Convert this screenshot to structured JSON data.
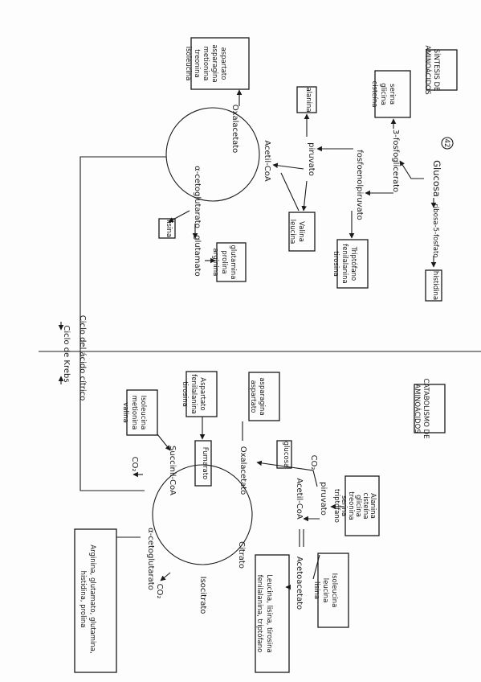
{
  "synthesis": {
    "title": [
      "SÍNTESIS DE",
      "AMINOÁCIDOS"
    ],
    "circle_label": "42",
    "glucosa": "Glucosa",
    "ribosa": "ribosa-5-fosfato",
    "histidina": "histidina",
    "tres_pg": "3-fosfoglicerato",
    "ser_box": [
      "serina",
      "glicina",
      "cisteína"
    ],
    "pep": "fosfoenolpiruvato",
    "arom_box": [
      "Triptófano",
      "fenilalanina",
      "tirosina"
    ],
    "piruvato": "piruvato",
    "alanina": "alanina",
    "vlc_box": [
      "Valina",
      "leucina"
    ],
    "acetil": "Acetil-CoA",
    "oxalo": "Oxalacetato",
    "asp_box": [
      "aspartato",
      "asparagina",
      "metionina",
      "treonina",
      "isoleucina"
    ],
    "akg": "α-cetoglutarato",
    "lisina": "lisina",
    "glutamato": "glutamato",
    "glu_box": [
      "glutamina",
      "prolina",
      "arginina"
    ]
  },
  "cycles": {
    "ciclo_acido": "Ciclo del ácido cítrico",
    "ciclo_krebs": "Ciclo de Krebs"
  },
  "catabolism": {
    "title": [
      "CATABOLISMO DE",
      "AMINOÁCIDOS"
    ],
    "co2_a": "CO₂",
    "piruvato": "piruvato",
    "ala_box": [
      "Alanina",
      "cisteína",
      "glicina",
      "treonina",
      "serina",
      "triptófano"
    ],
    "glucosa": "glucosa",
    "acetil": "Acetil-CoA",
    "acetoacetato": "Acetoacetato",
    "keto_box": [
      "Isoleucina",
      "leucina",
      "lisina"
    ],
    "keto2_box": [
      "Leucina, lisina, tirosina",
      "fenilalanina, triptófano"
    ],
    "oxalo": "Oxalacetato",
    "asp2_box": [
      "asparagina",
      "aspartato"
    ],
    "citrato": "Citrato",
    "isocitrato": "Isocitrato",
    "co2_b": "CO₂",
    "akg": "α-cetoglutarato",
    "glu_box2": [
      "Arginina, glutamato, glutamina,",
      "histidina, prolina"
    ],
    "co2_c": "CO₂",
    "succinil": "Succinil-CoA",
    "fumarato": "Fumarato",
    "asp_phe_box": [
      "Aspartato",
      "fenilalanina",
      "tirosina"
    ],
    "ile_box": [
      "Isoleucina",
      "metionina",
      "valina"
    ]
  }
}
